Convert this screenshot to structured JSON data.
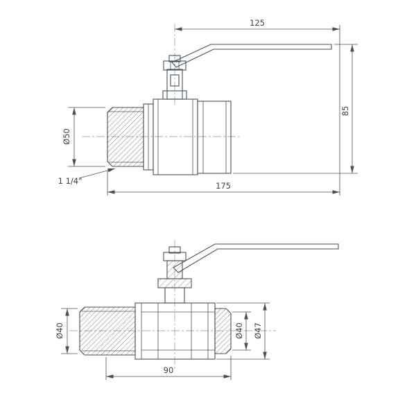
{
  "drawing": {
    "background": "#ffffff",
    "line_color": "#4a5055",
    "views": {
      "top": {
        "dim_handle": "125",
        "dim_height": "85",
        "dim_length": "175",
        "dim_diameter": "Ø50",
        "dim_thread_size": "1 1/4\""
      },
      "bottom": {
        "dim_left_diameter": "Ø40",
        "dim_right_bore": "Ø40",
        "dim_right_outer": "Ø47",
        "dim_length": "90"
      }
    }
  }
}
